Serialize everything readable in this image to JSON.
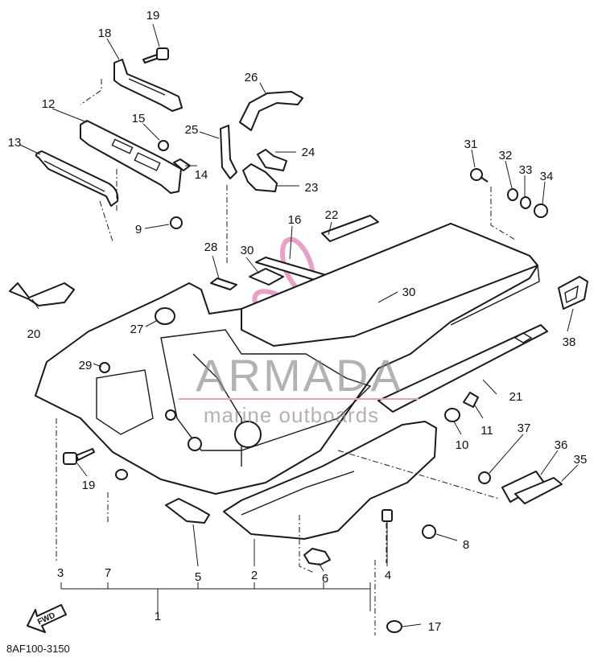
{
  "diagram": {
    "drawing_code": "8AF100-3150",
    "fwd_arrow_label": "FWD",
    "callouts": {
      "c1": "1",
      "c2": "2",
      "c3": "3",
      "c4": "4",
      "c5": "5",
      "c6": "6",
      "c7": "7",
      "c8": "8",
      "c9": "9",
      "c10": "10",
      "c11": "11",
      "c12": "12",
      "c13": "13",
      "c14": "14",
      "c15": "15",
      "c16": "16",
      "c17": "17",
      "c18": "18",
      "c19a": "19",
      "c19b": "19",
      "c20": "20",
      "c21": "21",
      "c22": "22",
      "c23": "23",
      "c24": "24",
      "c25": "25",
      "c26": "26",
      "c27": "27",
      "c28": "28",
      "c29": "29",
      "c30a": "30",
      "c30b": "30",
      "c31": "31",
      "c32": "32",
      "c33": "33",
      "c34": "34",
      "c35": "35",
      "c36": "36",
      "c37": "37",
      "c38": "38"
    }
  },
  "watermark": {
    "brand": "ARMADA",
    "tagline": "marine outboards",
    "accent_color": "#e8a0c8"
  }
}
